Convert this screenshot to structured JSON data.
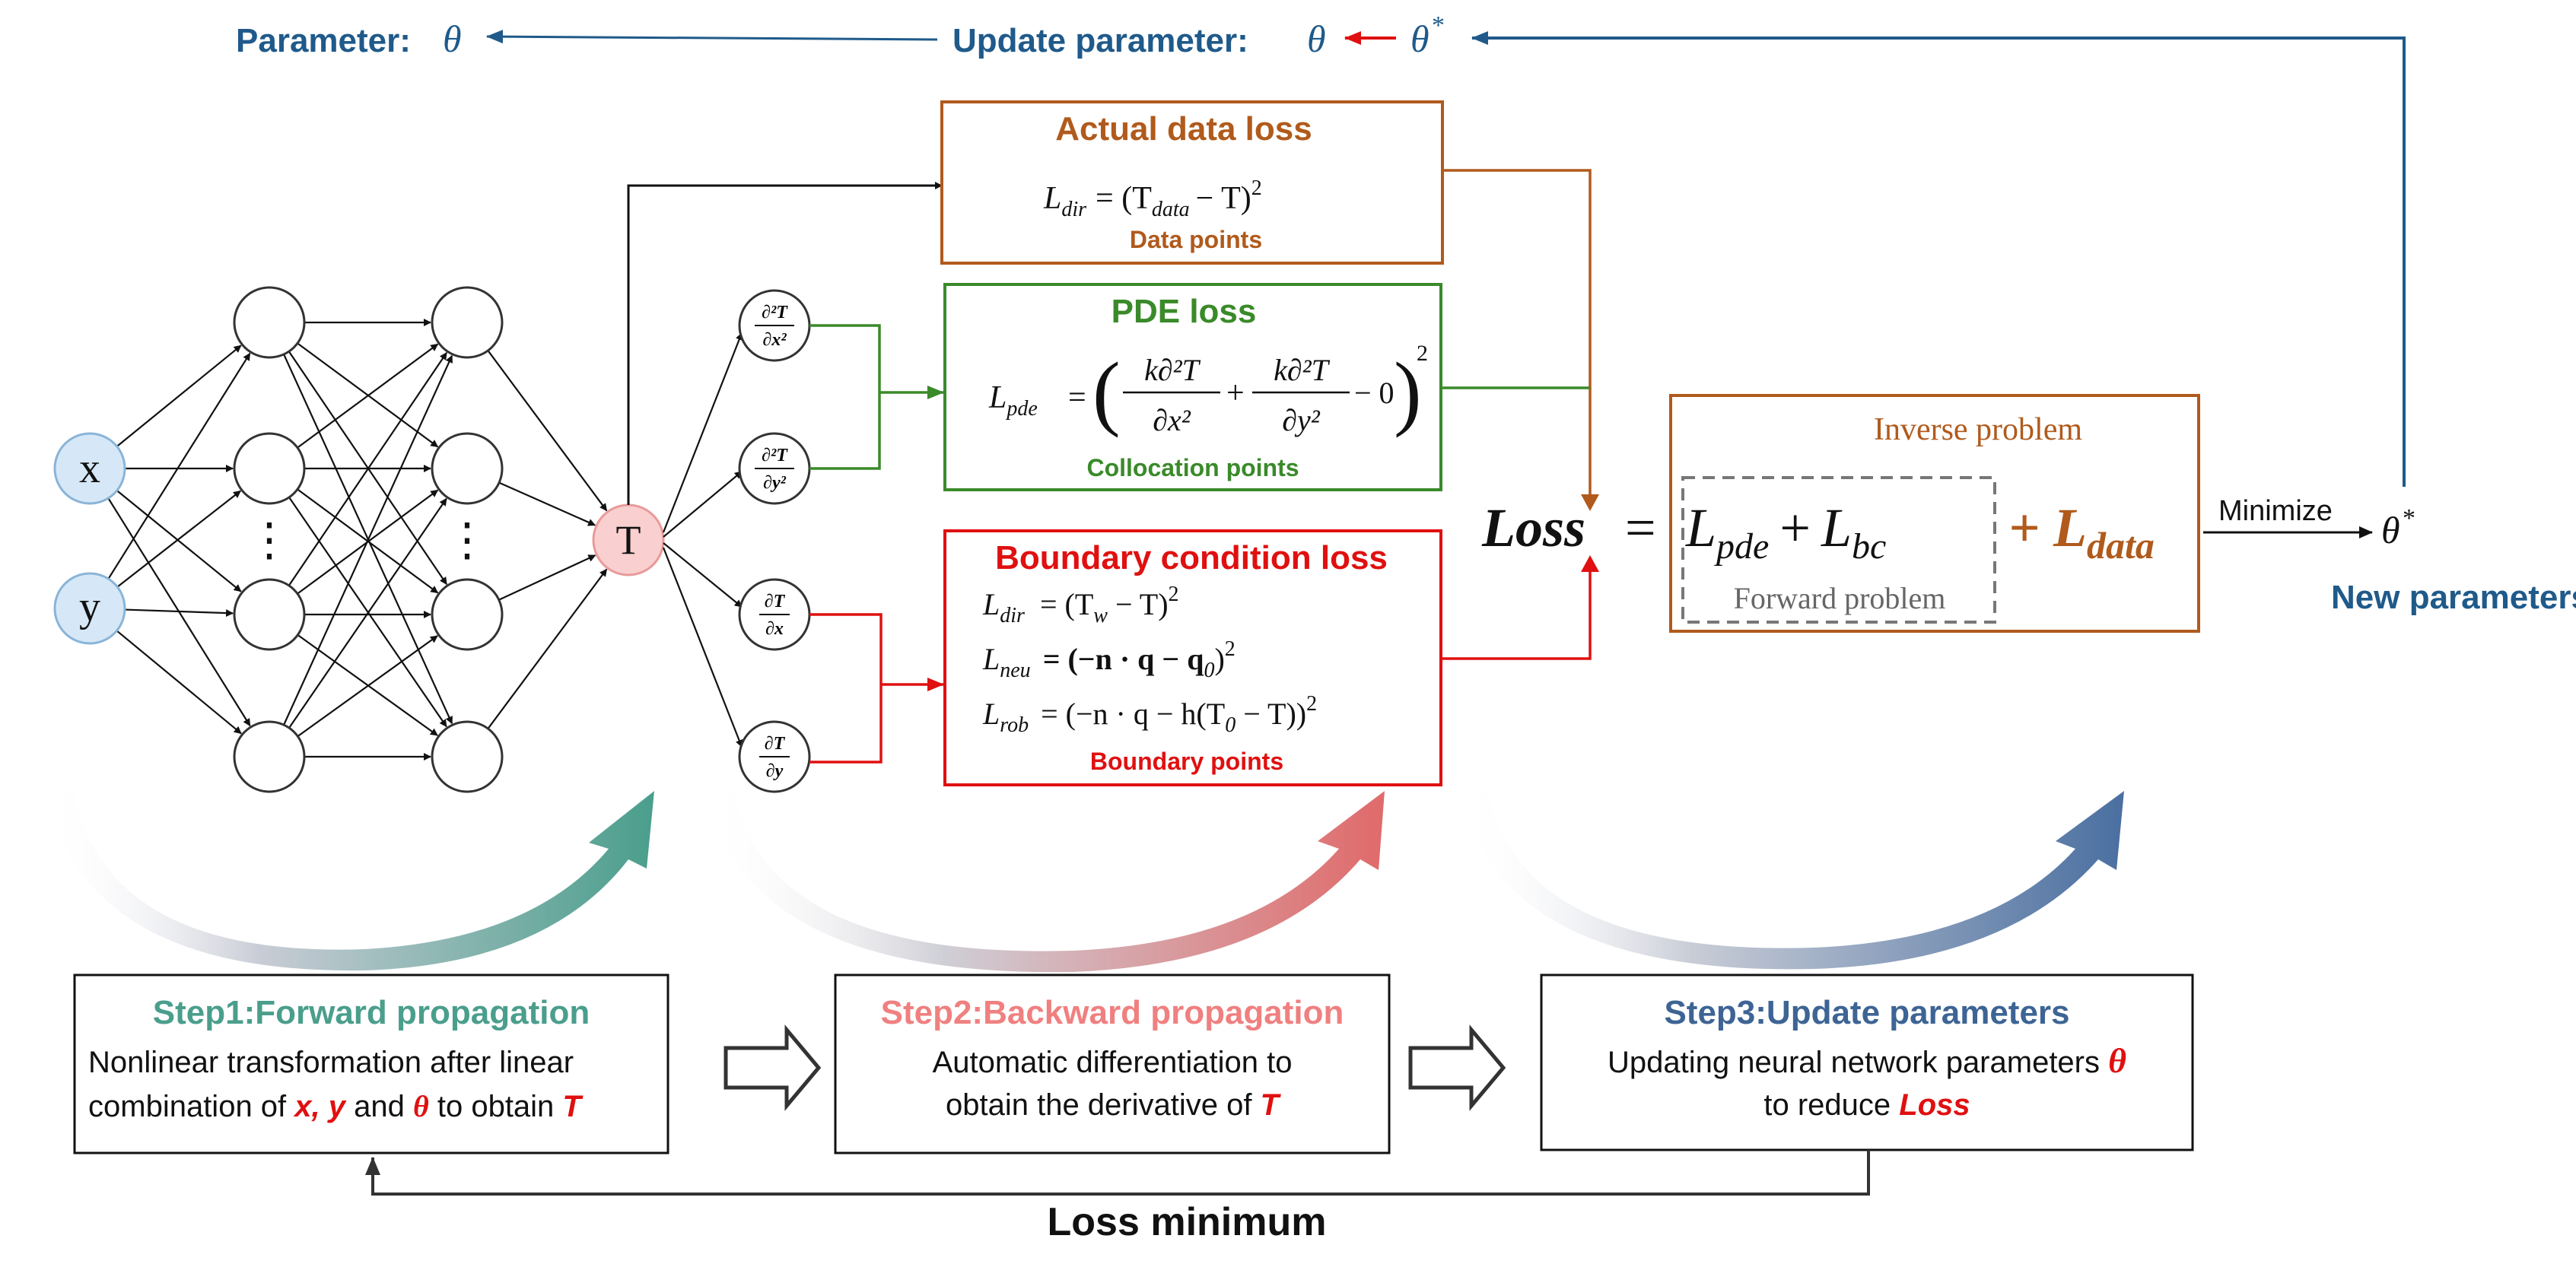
{
  "colors": {
    "blue": "#1f5a8a",
    "brown": "#b05a1c",
    "green": "#3a8a2a",
    "red": "#e01010",
    "teal": "#4a9e8c",
    "pink": "#f08080",
    "steel": "#3d6494",
    "node_fill_blue": "#d6e8f7",
    "node_fill_pink": "#f9cfcf"
  },
  "header": {
    "parameter_label": "Parameter:",
    "theta": "θ",
    "theta_star": "θ",
    "star": "*",
    "update_label": "Update parameter:"
  },
  "network": {
    "input_x": "x",
    "input_y": "y",
    "output": "T",
    "ellipsis": "⋮",
    "deriv_nodes": [
      {
        "num": "∂²T",
        "den": "∂x²"
      },
      {
        "num": "∂²T",
        "den": "∂y²"
      },
      {
        "num": "∂T",
        "den": "∂x"
      },
      {
        "num": "∂T",
        "den": "∂y"
      }
    ]
  },
  "data_loss": {
    "title": "Actual data loss",
    "formula_lhs": "L",
    "formula_lhs_sub": "dir",
    "formula_rhs": "= (T",
    "formula_rhs_sub": "data",
    "formula_rhs_end": "− T)",
    "formula_sup": "2",
    "footer": "Data points"
  },
  "pde_loss": {
    "title": "PDE loss",
    "lhs": "L",
    "lhs_sub": "pde",
    "eq": "=",
    "t1_num": "k∂²T",
    "t1_den": "∂x²",
    "plus": "+",
    "t2_num": "k∂²T",
    "t2_den": "∂y²",
    "minus_zero": "− 0",
    "sup": "2",
    "footer": "Collocation points"
  },
  "bc_loss": {
    "title": "Boundary condition loss",
    "lines": [
      {
        "lhs": "L",
        "sub": "dir",
        "rhs": "= (T",
        "rsub": "w",
        "rend": " − T)",
        "sup": "2"
      },
      {
        "lhs": "L",
        "sub": "neu",
        "rhs": "= (−n · q − q",
        "rsub": "0",
        "rend": ")",
        "sup": "2"
      },
      {
        "lhs": "L",
        "sub": "rob",
        "rhs": "= (−n · q − h(T",
        "rsub": "0",
        "rend": " − T))",
        "sup": "2"
      }
    ],
    "footer": "Boundary points"
  },
  "total_loss": {
    "loss_word": "Loss",
    "eq": "=",
    "l": "L",
    "pde_sub": "pde",
    "plus": "+",
    "bc_sub": "bc",
    "plus_data": "+ L",
    "data_sub": "data",
    "forward_label": "Forward problem",
    "inverse_label": "Inverse problem"
  },
  "minimize": {
    "label": "Minimize",
    "theta": "θ",
    "star": "*",
    "new_params": "New parameters"
  },
  "steps": [
    {
      "title": "Step1:Forward  propagation",
      "line1": "Nonlinear transformation after linear",
      "line2_a": "combination of ",
      "line2_b": "x, y",
      "line2_c": " and ",
      "line2_d": "θ",
      "line2_e": " to obtain ",
      "line2_f": "T"
    },
    {
      "title": "Step2:Backward  propagation",
      "line1": "Automatic differentiation to",
      "line2_a": "obtain the derivative of ",
      "line2_b": "T"
    },
    {
      "title": "Step3:Update  parameters",
      "line1_a": "Updating neural network parameters ",
      "line1_b": "θ",
      "line2_a": "to reduce ",
      "line2_b": "Loss"
    }
  ],
  "loss_minimum": "Loss minimum"
}
